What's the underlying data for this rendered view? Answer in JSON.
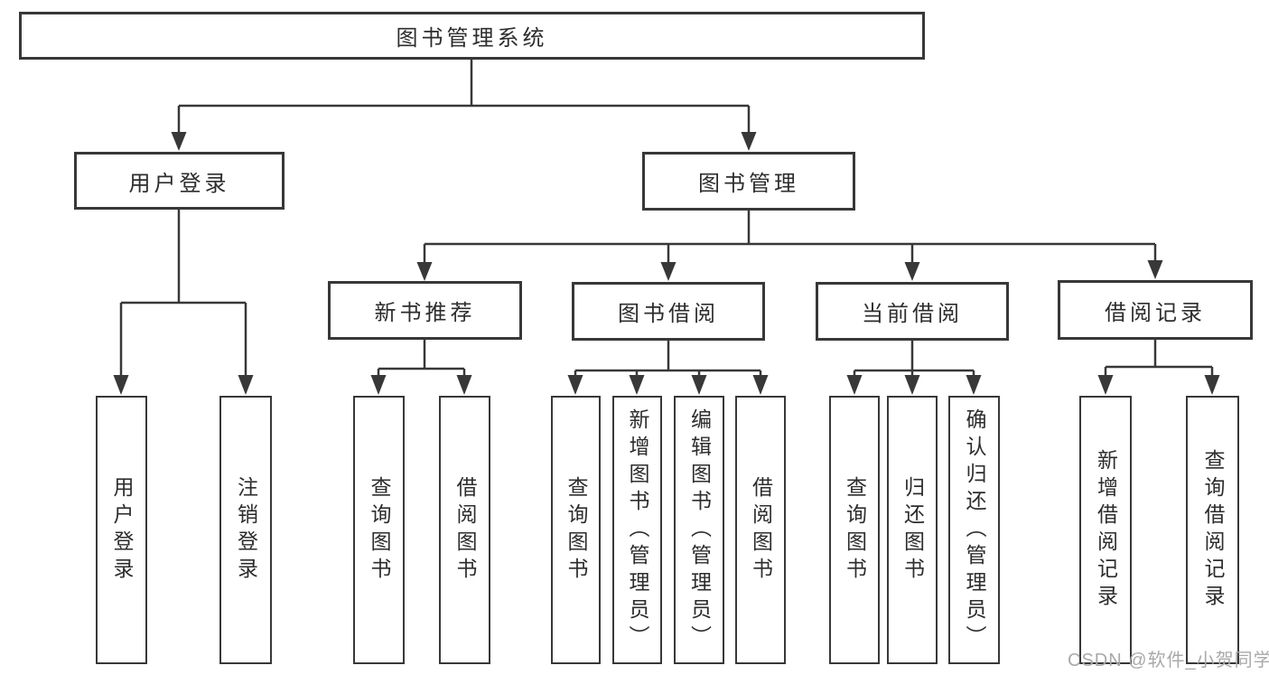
{
  "colors": {
    "line": "#383838",
    "box_border": "#383838",
    "box_fill": "#ffffff",
    "text": "#2d2d2d",
    "watermark": "#a9a9a9",
    "background": "#ffffff"
  },
  "watermark": "CSDN @软件_小贺同学",
  "nodes": {
    "root": "图书管理系统",
    "user_login": "用户登录",
    "book_management": "图书管理",
    "new_book_recommend": "新书推荐",
    "book_borrow": "图书借阅",
    "current_borrow": "当前借阅",
    "borrow_records": "借阅记录",
    "leaf_user_login": "用户登录",
    "leaf_logout_login": "注销登录",
    "nb_query_books": "查询图书",
    "nb_borrow_books": "借阅图书",
    "bb_query_books": "查询图书",
    "bb_add_books": "新增图书（管理员）",
    "bb_edit_books": "编辑图书（管理员）",
    "bb_borrow_books": "借阅图书",
    "cb_query_books": "查询图书",
    "cb_return_books": "归还图书",
    "cb_confirm_return": "确认归还（管理员）",
    "br_add_record": "新增借阅记录",
    "br_query_record": "查询借阅记录"
  }
}
